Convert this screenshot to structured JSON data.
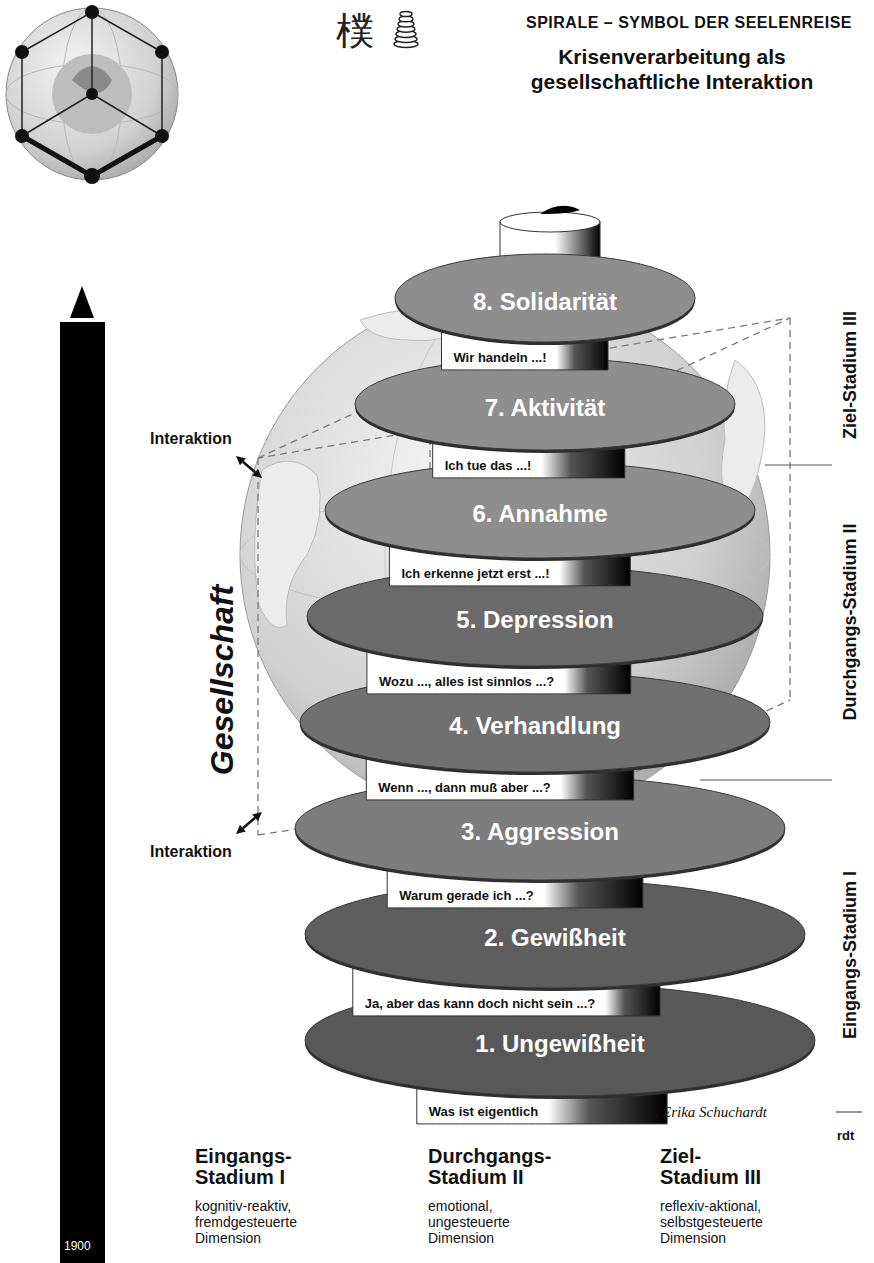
{
  "diagram": {
    "title": "SPIRALE – SYMBOL DER SEELENREISE",
    "nodes": [
      {
        "text": [
          "1. Ungewißheit",
          "Was ist eigentlich"
        ]
      },
      {
        "text": [
          "2. Gewißheit",
          "Ja, aber das kann doch nicht sein ...?"
        ]
      },
      {
        "text": [
          "3. Aggression",
          "Warum gerade ich ...?"
        ]
      },
      {
        "text": [
          "4. Verhandlung",
          "Wenn ..., dann muß aber ...?"
        ]
      },
      {
        "text": [
          "5. Depression",
          "Wozu ..., alles ist sinnlos ...?"
        ]
      },
      {
        "text": [
          "6. Annahme",
          "Ich erkenne jetzt erst ...!"
        ]
      },
      {
        "text": [
          "7. Aktivität",
          "Ich tue das ...!"
        ]
      },
      {
        "text": [
          "8. Solidarität",
          "Wir handeln ...!"
        ]
      }
    ],
    "labels": [
      "樸",
      "Krisenverarbeitung als gesellschaftliche Interaktion",
      "Gesellschaft",
      "Interaktion",
      "Interaktion",
      "Ziel-Stadium III",
      "Durchgangs-Stadium II",
      "Eingangs-Stadium I",
      "Erika Schuchardt",
      "rdt",
      "Eingangs- Stadium I",
      "kognitiv-reaktiv, fremdgesteuerte Dimension",
      "Durchgangs- Stadium II",
      "emotional, ungesteuerte Dimension",
      "Ziel- Stadium III",
      "reflexiv-aktional, selbstgesteuerte Dimension",
      "1900"
    ]
  }
}
